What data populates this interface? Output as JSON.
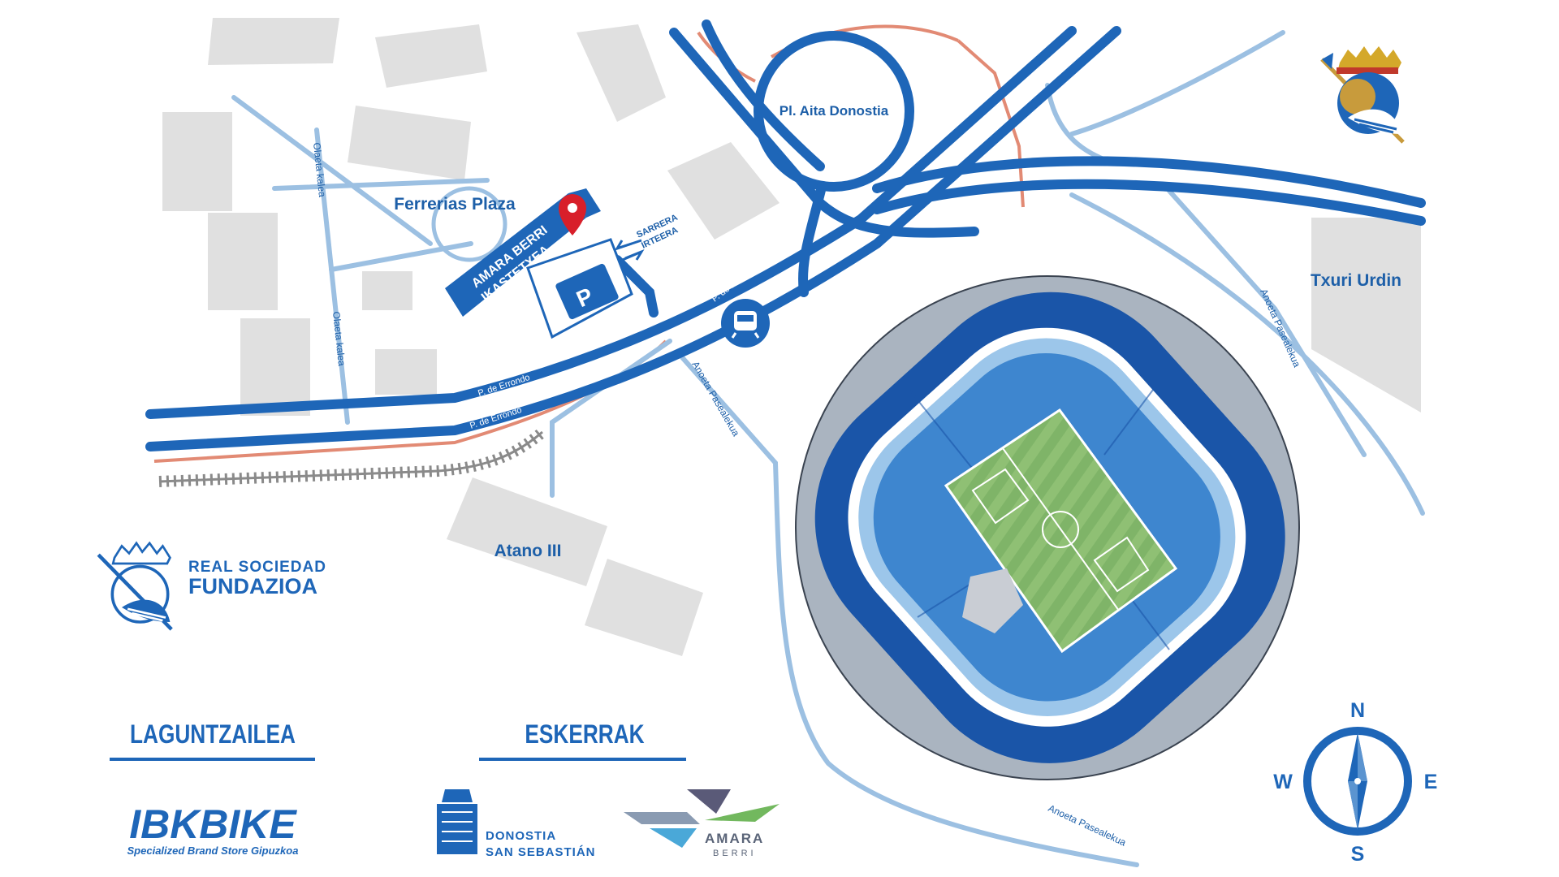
{
  "colors": {
    "road": "#1e66b8",
    "road_light": "#9cc0e2",
    "building": "#e0e0e0",
    "salmon": "#e28a74",
    "stadium_dark": "#1a55a8",
    "stadium_mid": "#3e86cf",
    "stadium_light": "#6cb0e6",
    "pitch": "#8dbe72",
    "stadium_ring": "#aab4c0",
    "rail": "#8a8a8a"
  },
  "places": {
    "roundabout": "Pl. Aita Donostia",
    "plaza": "Ferrerias Plaza",
    "school": [
      "AMARA BERRI",
      "IKASTETXEA"
    ],
    "txuri": "Txuri Urdin",
    "atano": "Atano III"
  },
  "streets": {
    "olaeta1": "Olaeta kalea",
    "olaeta2": "Olaeta kalea",
    "errondo1": "P. de Errondo",
    "errondo2": "P. de Errondo",
    "errondo3": "P. de Errondo",
    "errondo4": "P. de Errondo",
    "anoeta1": "Anoeta Pasealekua",
    "anoeta2": "Anoeta Pasealekua",
    "anoeta3": "Anoeta Pasealekua"
  },
  "entrance": {
    "in": "SARRERA",
    "out": "IRTEERA"
  },
  "parking_letter": "P",
  "icons": [
    "location-pin-icon",
    "parking-icon",
    "train-icon",
    "compass-icon",
    "crest-icon"
  ],
  "fundazioa": {
    "line1": "REAL SOCIEDAD",
    "line2": "FUNDAZIOA"
  },
  "sponsors": {
    "heading": "LAGUNTZAILEA",
    "ibkbike": {
      "logo": "IBKBIKE",
      "tagline": "Specialized Brand Store Gipuzkoa"
    }
  },
  "thanks": {
    "heading": "ESKERRAK",
    "donostia": [
      "DONOSTIA",
      "SAN SEBASTIÁN"
    ],
    "amara": [
      "AMARA",
      "BERRI"
    ]
  },
  "compass": {
    "n": "N",
    "s": "S",
    "e": "E",
    "w": "W"
  }
}
